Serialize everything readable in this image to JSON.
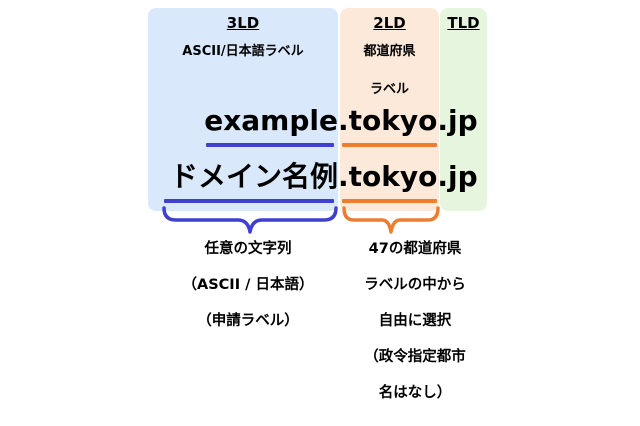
{
  "colors": {
    "third_level_zone": "#dae8fc",
    "second_level_zone": "#fde9d9",
    "top_level_zone": "#e6f5dd",
    "blue_accent": "#3f3fd0",
    "orange_accent": "#ed7d31"
  },
  "levels": {
    "third": {
      "header": "3LD",
      "subtitle": "ASCII/日本語ラベル"
    },
    "second": {
      "header": "2LD",
      "subtitle_line1": "都道府県",
      "subtitle_line2": "ラベル"
    },
    "top": {
      "header": "TLD"
    }
  },
  "examples": [
    {
      "label": "example",
      "suffix": ".tokyo.jp"
    },
    {
      "label": "ドメイン名例",
      "suffix": ".tokyo.jp"
    }
  ],
  "notes": {
    "third": [
      "任意の文字列",
      "（ASCII /  日本語）",
      "（申請ラベル）"
    ],
    "second": [
      "47の都道府県",
      "ラベルの中から",
      "自由に選択",
      "（政令指定都市",
      "名はなし）"
    ]
  }
}
